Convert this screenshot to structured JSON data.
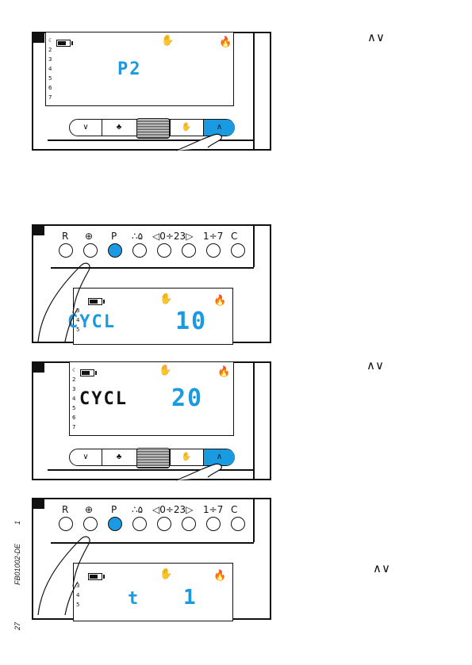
{
  "updown_symbol": "∧∨",
  "footer": {
    "page_number": "27",
    "doc_code": "FB01002-DE",
    "sheet": "1"
  },
  "keypad_labels": [
    "R",
    "⊕",
    "P",
    "∴۵",
    "◁0÷23▷",
    "1÷7",
    "C"
  ],
  "day_numbers_full": [
    "☾",
    "2",
    "3",
    "4",
    "5",
    "6",
    "7"
  ],
  "day_numbers_partial": [
    "3",
    "4",
    "5"
  ],
  "button_bar": {
    "down": "∨",
    "up": "∧"
  },
  "figures": [
    {
      "id": "fig1",
      "display_left": "",
      "display_right": "P2"
    },
    {
      "id": "fig2",
      "display_left": "CYCL",
      "display_right": "10"
    },
    {
      "id": "fig3",
      "display_left": "CYCL",
      "display_right": "20"
    },
    {
      "id": "fig4",
      "display_left": "t",
      "display_right": "1"
    }
  ],
  "colors": {
    "accent": "#1a9ae0",
    "ink": "#111111"
  },
  "icons": {
    "battery": "battery-icon",
    "hand": "manual-hand-icon",
    "flame": "flame-icon",
    "sun": "fan-icon"
  }
}
